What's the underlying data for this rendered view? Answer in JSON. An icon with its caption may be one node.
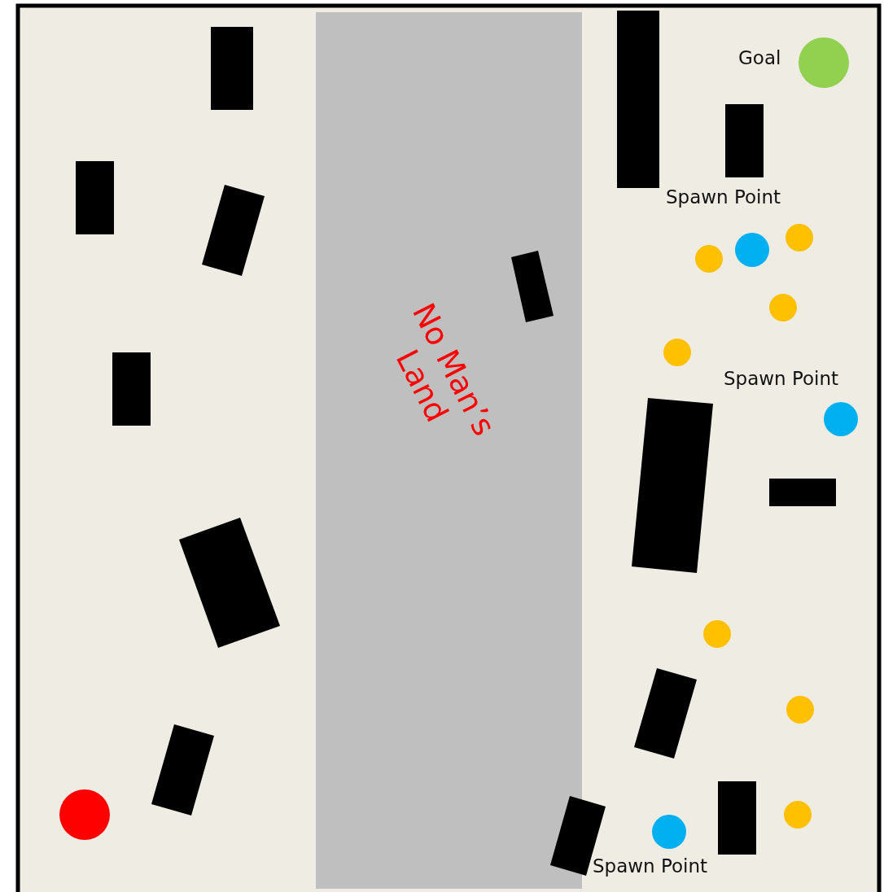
{
  "diagram": {
    "nodes": [
      {
        "text": [
          "No Man’s Land"
        ]
      },
      {
        "text": [],
        "shape": "box"
      },
      {
        "text": [],
        "shape": "box"
      },
      {
        "text": [],
        "shape": "circle",
        "beside": [
          "Goal"
        ]
      },
      {
        "text": [],
        "shape": "box"
      },
      {
        "text": [],
        "shape": "box"
      },
      {
        "text": [],
        "shape": "box"
      },
      {
        "text": [],
        "shape": "circle"
      },
      {
        "text": [],
        "shape": "circle"
      },
      {
        "text": [],
        "shape": "circle"
      },
      {
        "text": [],
        "shape": "box",
        "in": 0
      },
      {
        "text": [],
        "shape": "circle"
      },
      {
        "text": [],
        "shape": "circle"
      },
      {
        "text": [],
        "shape": "box"
      },
      {
        "text": [],
        "shape": "box"
      },
      {
        "text": [],
        "shape": "circle"
      },
      {
        "text": [],
        "shape": "box"
      },
      {
        "text": [],
        "shape": "box"
      },
      {
        "text": [],
        "shape": "circle"
      },
      {
        "text": [],
        "shape": "box"
      },
      {
        "text": [],
        "shape": "circle"
      },
      {
        "text": [],
        "shape": "box"
      },
      {
        "text": [],
        "shape": "box"
      },
      {
        "text": [],
        "shape": "circle"
      },
      {
        "text": [],
        "shape": "box"
      },
      {
        "text": [],
        "shape": "circle"
      },
      {
        "text": [],
        "shape": "circle"
      }
    ],
    "labels": [
      "Spawn Point",
      "Spawn Point",
      "Spawn Point"
    ]
  }
}
